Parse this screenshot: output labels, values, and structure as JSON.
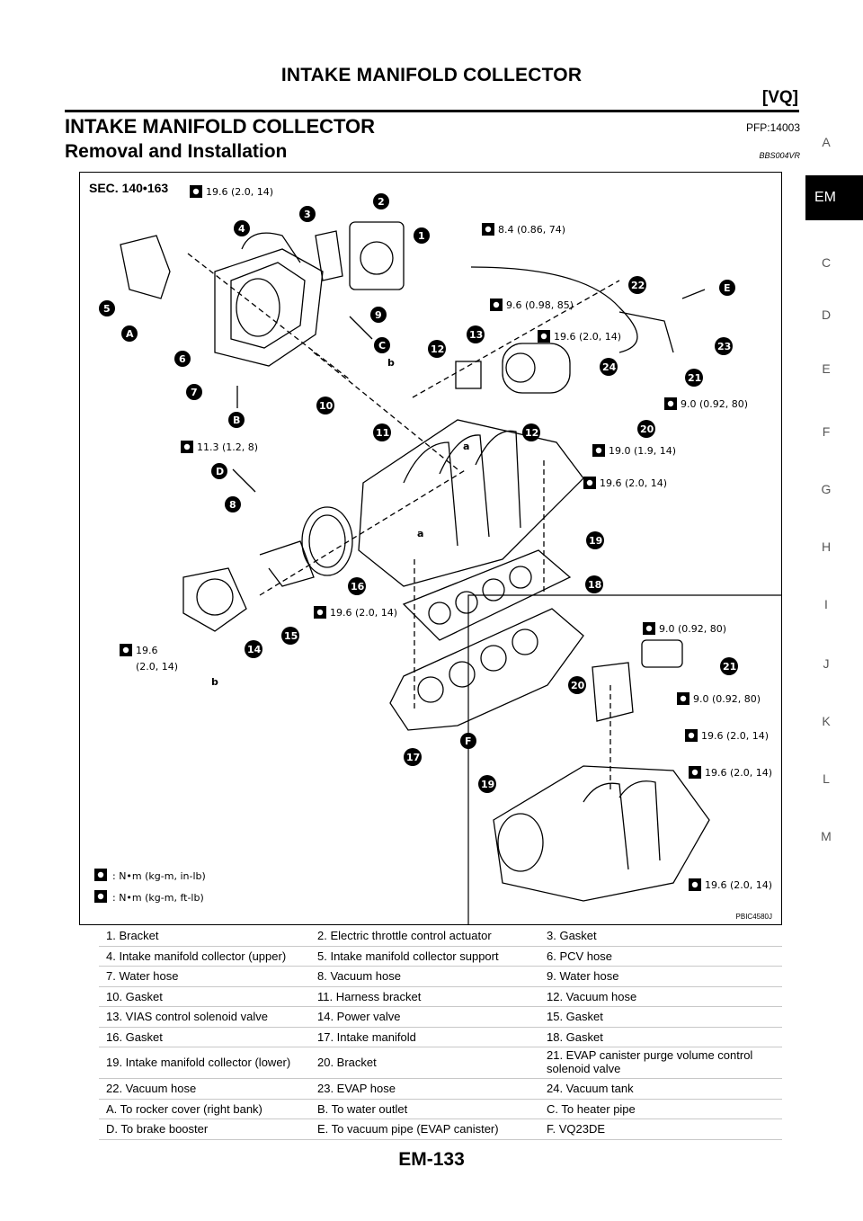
{
  "header": {
    "title": "INTAKE MANIFOLD COLLECTOR",
    "engine": "[VQ]"
  },
  "section": {
    "title": "INTAKE MANIFOLD COLLECTOR",
    "pfp": "PFP:14003",
    "subtitle": "Removal and Installation",
    "ref": "BBS004VR"
  },
  "side_index": [
    "A",
    "EM",
    "C",
    "D",
    "E",
    "F",
    "G",
    "H",
    "I",
    "J",
    "K",
    "L",
    "M"
  ],
  "figure": {
    "sec": "SEC. 140•163",
    "code": "PBIC4580J",
    "legend_inlb": ": N•m (kg-m, in-lb)",
    "legend_ftlb": ": N•m (kg-m, ft-lb)",
    "torques": [
      "19.6 (2.0, 14)",
      "8.4 (0.86, 74)",
      "9.6 (0.98, 85)",
      "19.6 (2.0, 14)",
      "9.0 (0.92, 80)",
      "11.3 (1.2, 8)",
      "19.0 (1.9, 14)",
      "19.6 (2.0, 14)",
      "19.6 (2.0, 14)",
      "19.6",
      "(2.0, 14)",
      "9.0 (0.92, 80)",
      "9.0 (0.92, 80)",
      "19.6 (2.0, 14)",
      "19.6 (2.0, 14)",
      "19.6 (2.0, 14)"
    ],
    "letters": [
      "A",
      "B",
      "C",
      "D",
      "E",
      "F",
      "a",
      "a",
      "b",
      "b"
    ],
    "numbers": [
      "1",
      "2",
      "3",
      "4",
      "5",
      "6",
      "7",
      "8",
      "9",
      "10",
      "11",
      "12",
      "12",
      "13",
      "14",
      "15",
      "16",
      "17",
      "18",
      "19",
      "19",
      "20",
      "20",
      "21",
      "21",
      "22",
      "23",
      "24"
    ]
  },
  "parts": [
    [
      "1. Bracket",
      "2. Electric throttle control actuator",
      "3. Gasket"
    ],
    [
      "4. Intake manifold collector (upper)",
      "5. Intake manifold collector support",
      "6. PCV hose"
    ],
    [
      "7. Water hose",
      "8. Vacuum hose",
      "9. Water hose"
    ],
    [
      "10. Gasket",
      "11. Harness bracket",
      "12. Vacuum hose"
    ],
    [
      "13. VIAS control solenoid valve",
      "14. Power valve",
      "15. Gasket"
    ],
    [
      "16. Gasket",
      "17. Intake manifold",
      "18. Gasket"
    ],
    [
      "19. Intake manifold collector (lower)",
      "20. Bracket",
      "21. EVAP canister purge volume control solenoid valve"
    ],
    [
      "22. Vacuum hose",
      "23. EVAP hose",
      "24. Vacuum tank"
    ],
    [
      "A. To rocker cover (right bank)",
      "B. To water outlet",
      "C. To heater pipe"
    ],
    [
      "D. To brake booster",
      "E. To vacuum pipe (EVAP canister)",
      "F. VQ23DE"
    ]
  ],
  "page": {
    "number": "EM-133"
  }
}
